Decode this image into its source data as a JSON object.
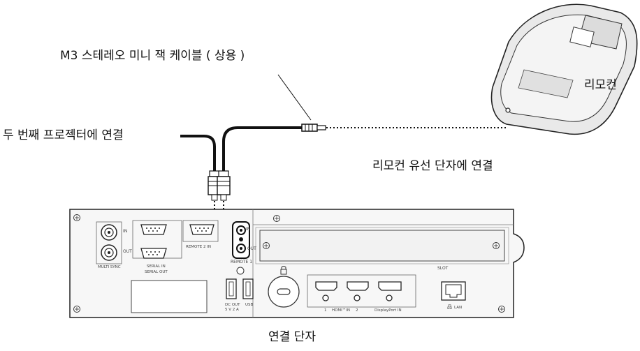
{
  "callouts": {
    "cable": "M3 스테레오 미니 잭 케이블 ( 상용 )",
    "remote": "리모컨",
    "second_projector": "두 번째 프로젝터에 연결",
    "remote_terminal": "리모컨 유선 단자에 연결",
    "connection_terminal": "연결 단자"
  },
  "panel_labels": {
    "multi_sync": "MULTI SYNC",
    "in": "IN",
    "out": "OUT",
    "remote2_in": "REMOTE 2 IN",
    "serial_in": "SERIAL IN",
    "serial_out": "SERIAL OUT",
    "remote1": "REMOTE 1",
    "dc_out": "DC OUT",
    "dc_out_spec": "5 V  2 A",
    "usb": "USB",
    "hdmi_1": "1",
    "hdmi_in": "HDMI™IN",
    "hdmi_2": "2",
    "displayport_in": "DisplayPort IN",
    "slot": "SLOT",
    "lan": "LAN"
  }
}
